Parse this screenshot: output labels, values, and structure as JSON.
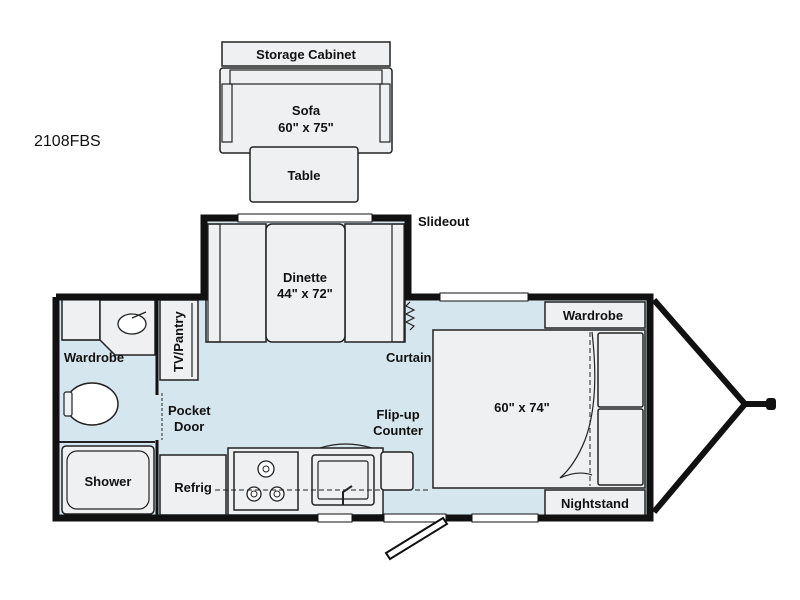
{
  "model": "2108FBS",
  "labels": {
    "storage_cabinet": "Storage Cabinet",
    "sofa": "Sofa",
    "sofa_size": "60\" x 75\"",
    "table": "Table",
    "slideout": "Slideout",
    "dinette": "Dinette",
    "dinette_size": "44\" x 72\"",
    "tv_pantry": "TV/Pantry",
    "wardrobe_left": "Wardrobe",
    "pocket_door_1": "Pocket",
    "pocket_door_2": "Door",
    "curtain": "Curtain",
    "wardrobe_right": "Wardrobe",
    "bed_size": "60\" x 74\"",
    "flipup_1": "Flip-up",
    "flipup_2": "Counter",
    "shower": "Shower",
    "refrig": "Refrig",
    "nightstand": "Nightstand"
  },
  "colors": {
    "wall": "#111111",
    "floor": "#d6e6ee",
    "furniture": "#eef0f1",
    "line": "#222222"
  }
}
